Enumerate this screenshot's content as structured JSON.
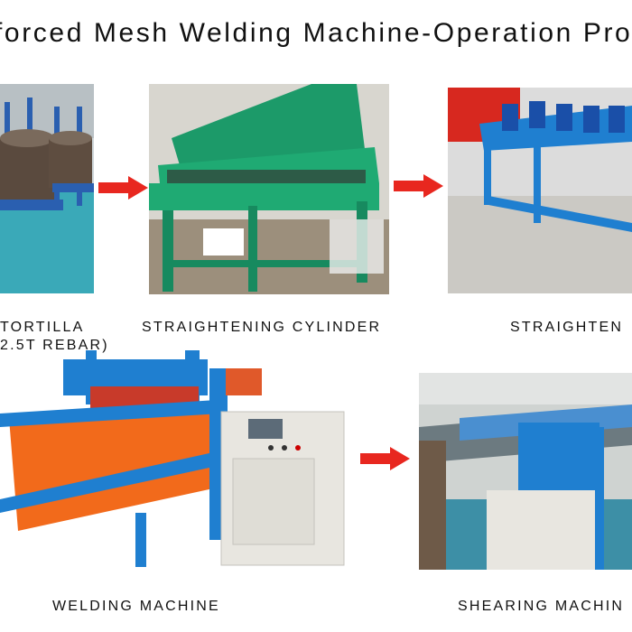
{
  "title": "forced Mesh Welding Machine-Operation Pro",
  "captions": {
    "tortilla_line1": "TORTILLA",
    "tortilla_line2": "2.5T REBAR)",
    "straightening_cylinder": "STRAIGHTENING CYLINDER",
    "straighten": "STRAIGHTEN",
    "welding_machine": "WELDING MACHINE",
    "shearing_machine": "SHEARING MACHIN"
  },
  "colors": {
    "arrow": "#e8271f",
    "machine_green": "#1aa06b",
    "machine_blue": "#1f7fd0",
    "machine_orange": "#f26a1b",
    "cabinet": "#e8e6e0"
  },
  "icons": [
    "right-arrow-icon",
    "right-arrow-icon",
    "right-arrow-icon"
  ]
}
